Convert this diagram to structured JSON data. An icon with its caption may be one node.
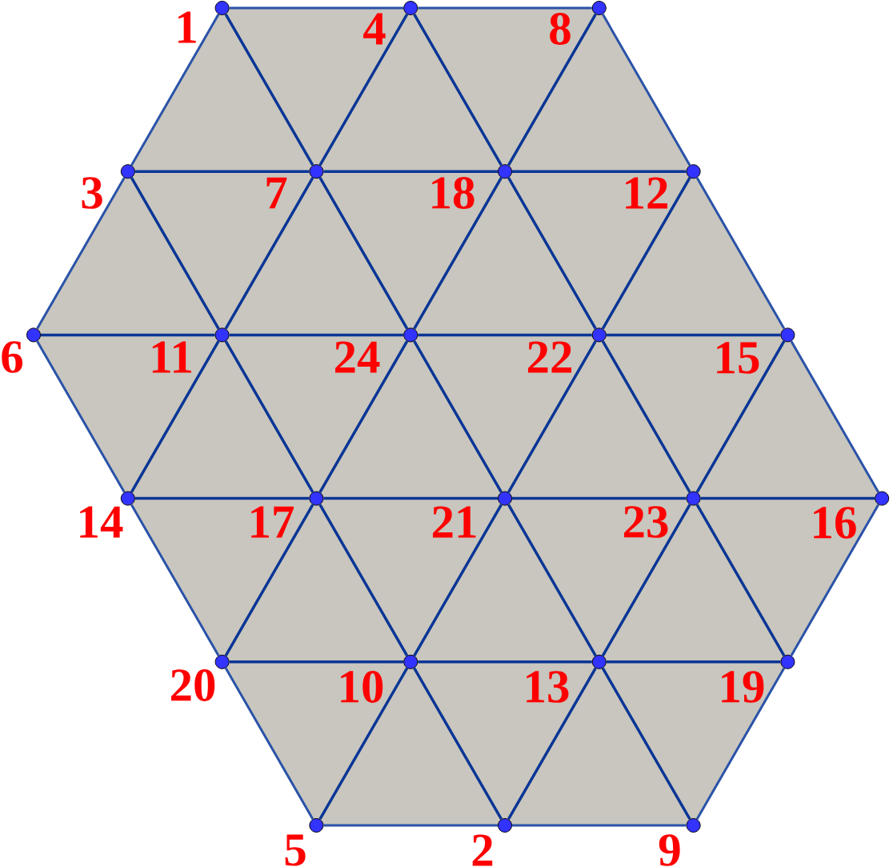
{
  "diagram": {
    "nodes": [
      {
        "text": [],
        "shape": "circle",
        "beside": [
          "1"
        ]
      },
      {
        "text": [],
        "shape": "circle",
        "beside": [
          "4"
        ]
      },
      {
        "text": [],
        "shape": "circle",
        "beside": [
          "8"
        ]
      },
      {
        "text": [],
        "shape": "circle",
        "beside": [
          "3"
        ]
      },
      {
        "text": [],
        "shape": "circle",
        "beside": [
          "7"
        ]
      },
      {
        "text": [],
        "shape": "circle",
        "beside": [
          "18"
        ]
      },
      {
        "text": [],
        "shape": "circle",
        "beside": [
          "12"
        ]
      },
      {
        "text": [],
        "shape": "circle",
        "beside": [
          "6"
        ]
      },
      {
        "text": [],
        "shape": "circle",
        "beside": [
          "11"
        ]
      },
      {
        "text": [],
        "shape": "circle",
        "beside": [
          "24"
        ]
      },
      {
        "text": [],
        "shape": "circle",
        "beside": [
          "22"
        ]
      },
      {
        "text": [],
        "shape": "circle",
        "beside": [
          "15"
        ]
      },
      {
        "text": [],
        "shape": "circle",
        "beside": [
          "14"
        ]
      },
      {
        "text": [],
        "shape": "circle",
        "beside": [
          "17"
        ]
      },
      {
        "text": [],
        "shape": "circle",
        "beside": [
          "21"
        ]
      },
      {
        "text": [],
        "shape": "circle",
        "beside": [
          "23"
        ]
      },
      {
        "text": [],
        "shape": "circle",
        "beside": [
          "16"
        ]
      },
      {
        "text": [],
        "shape": "circle",
        "beside": [
          "20"
        ]
      },
      {
        "text": [],
        "shape": "circle",
        "beside": [
          "10"
        ]
      },
      {
        "text": [],
        "shape": "circle",
        "beside": [
          "13"
        ]
      },
      {
        "text": [],
        "shape": "circle",
        "beside": [
          "19"
        ]
      },
      {
        "text": [],
        "shape": "circle",
        "beside": [
          "5"
        ]
      },
      {
        "text": [],
        "shape": "circle",
        "beside": [
          "2"
        ]
      },
      {
        "text": [],
        "shape": "circle",
        "beside": [
          "9"
        ]
      }
    ],
    "edges": [
      {
        "from": 0,
        "to": 1,
        "arrow": "none",
        "color": "#2a52a8"
      },
      {
        "from": 1,
        "to": 2,
        "arrow": "none",
        "color": "#2a52a8"
      },
      {
        "from": 3,
        "to": 4,
        "arrow": "none"
      },
      {
        "from": 4,
        "to": 5,
        "arrow": "none"
      },
      {
        "from": 5,
        "to": 6,
        "arrow": "none"
      },
      {
        "from": 7,
        "to": 8,
        "arrow": "none"
      },
      {
        "from": 8,
        "to": 9,
        "arrow": "none"
      },
      {
        "from": 9,
        "to": 10,
        "arrow": "none"
      },
      {
        "from": 10,
        "to": 11,
        "arrow": "none"
      },
      {
        "from": 12,
        "to": 13,
        "arrow": "none"
      },
      {
        "from": 13,
        "to": 14,
        "arrow": "none"
      },
      {
        "from": 14,
        "to": 15,
        "arrow": "none"
      },
      {
        "from": 15,
        "to": 16,
        "arrow": "none"
      },
      {
        "from": 17,
        "to": 18,
        "arrow": "none"
      },
      {
        "from": 18,
        "to": 19,
        "arrow": "none"
      },
      {
        "from": 19,
        "to": 20,
        "arrow": "none"
      },
      {
        "from": 21,
        "to": 22,
        "arrow": "none",
        "color": "#2a52a8"
      },
      {
        "from": 22,
        "to": 23,
        "arrow": "none",
        "color": "#2a52a8"
      },
      {
        "from": 0,
        "to": 3,
        "arrow": "none",
        "color": "#2a52a8"
      },
      {
        "from": 0,
        "to": 4,
        "arrow": "none"
      },
      {
        "from": 1,
        "to": 4,
        "arrow": "none"
      },
      {
        "from": 1,
        "to": 5,
        "arrow": "none"
      },
      {
        "from": 2,
        "to": 5,
        "arrow": "none"
      },
      {
        "from": 2,
        "to": 6,
        "arrow": "none",
        "color": "#2a52a8"
      },
      {
        "from": 3,
        "to": 7,
        "arrow": "none",
        "color": "#2a52a8"
      },
      {
        "from": 3,
        "to": 8,
        "arrow": "none"
      },
      {
        "from": 4,
        "to": 8,
        "arrow": "none"
      },
      {
        "from": 4,
        "to": 9,
        "arrow": "none"
      },
      {
        "from": 5,
        "to": 9,
        "arrow": "none"
      },
      {
        "from": 5,
        "to": 10,
        "arrow": "none"
      },
      {
        "from": 6,
        "to": 10,
        "arrow": "none"
      },
      {
        "from": 6,
        "to": 11,
        "arrow": "none",
        "color": "#2a52a8"
      },
      {
        "from": 7,
        "to": 12,
        "arrow": "none",
        "color": "#2a52a8"
      },
      {
        "from": 8,
        "to": 12,
        "arrow": "none"
      },
      {
        "from": 8,
        "to": 13,
        "arrow": "none"
      },
      {
        "from": 9,
        "to": 13,
        "arrow": "none"
      },
      {
        "from": 9,
        "to": 14,
        "arrow": "none"
      },
      {
        "from": 10,
        "to": 14,
        "arrow": "none"
      },
      {
        "from": 10,
        "to": 15,
        "arrow": "none"
      },
      {
        "from": 11,
        "to": 15,
        "arrow": "none"
      },
      {
        "from": 11,
        "to": 16,
        "arrow": "none",
        "color": "#2a52a8"
      },
      {
        "from": 12,
        "to": 17,
        "arrow": "none",
        "color": "#2a52a8"
      },
      {
        "from": 13,
        "to": 17,
        "arrow": "none"
      },
      {
        "from": 13,
        "to": 18,
        "arrow": "none"
      },
      {
        "from": 14,
        "to": 18,
        "arrow": "none"
      },
      {
        "from": 14,
        "to": 19,
        "arrow": "none"
      },
      {
        "from": 15,
        "to": 19,
        "arrow": "none"
      },
      {
        "from": 15,
        "to": 20,
        "arrow": "none"
      },
      {
        "from": 16,
        "to": 20,
        "arrow": "none",
        "color": "#2a52a8"
      },
      {
        "from": 17,
        "to": 21,
        "arrow": "none",
        "color": "#2a52a8"
      },
      {
        "from": 18,
        "to": 21,
        "arrow": "none"
      },
      {
        "from": 18,
        "to": 22,
        "arrow": "none"
      },
      {
        "from": 19,
        "to": 22,
        "arrow": "none"
      },
      {
        "from": 19,
        "to": 23,
        "arrow": "none"
      },
      {
        "from": 20,
        "to": 23,
        "arrow": "none",
        "color": "#2a52a8"
      }
    ]
  }
}
